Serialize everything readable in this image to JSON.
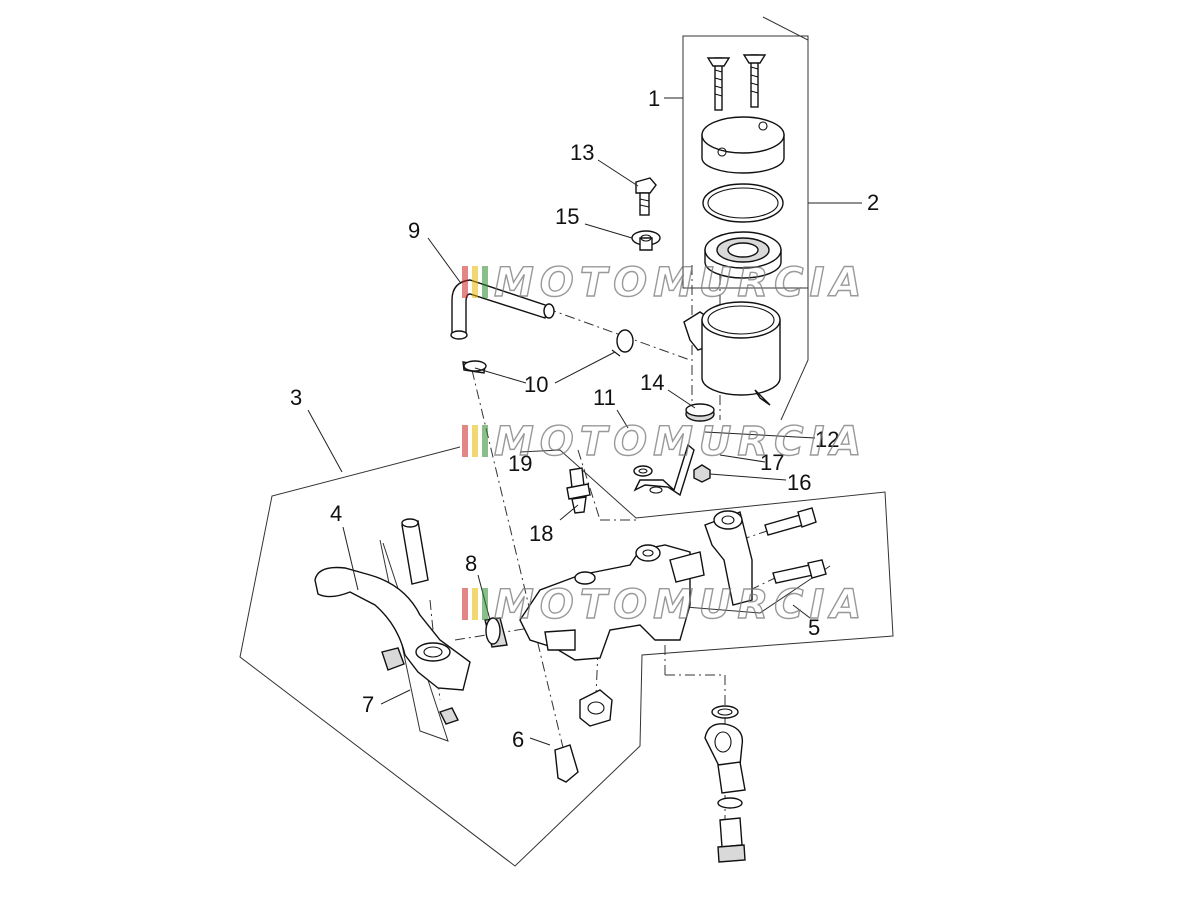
{
  "watermark": {
    "text": "MOTOMURCIA",
    "colors": [
      "#cc2222",
      "#e8b800",
      "#2a8a2a"
    ]
  },
  "callouts": {
    "c1": "1",
    "c2": "2",
    "c3": "3",
    "c4": "4",
    "c5": "5",
    "c6": "6",
    "c7": "7",
    "c8": "8",
    "c9": "9",
    "c10": "10",
    "c11": "11",
    "c12": "12",
    "c13": "13",
    "c14": "14",
    "c15": "15",
    "c16": "16",
    "c17": "17",
    "c18": "18",
    "c19": "19"
  }
}
